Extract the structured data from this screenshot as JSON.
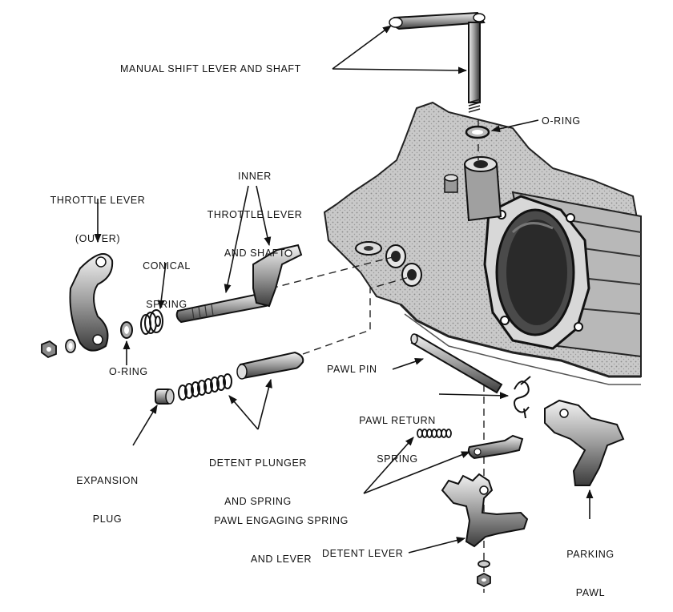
{
  "labels": {
    "manual_shift": "MANUAL SHIFT LEVER AND SHAFT",
    "o_ring_top": "O-RING",
    "inner_throttle_1": "INNER",
    "inner_throttle_2": "THROTTLE LEVER",
    "inner_throttle_3": "AND SHAFT",
    "throttle_outer_1": "THROTTLE LEVER",
    "throttle_outer_2": "(OUTER)",
    "conical_1": "CONICAL",
    "conical_2": "SPRING",
    "o_ring_left": "O-RING",
    "pawl_pin": "PAWL PIN",
    "pawl_return_1": "PAWL RETURN",
    "pawl_return_2": "SPRING",
    "expansion_1": "EXPANSION",
    "expansion_2": "PLUG",
    "detent_plunger_1": "DETENT PLUNGER",
    "detent_plunger_2": "AND SPRING",
    "pawl_engaging_1": "PAWL ENGAGING SPRING",
    "pawl_engaging_2": "AND LEVER",
    "detent_lever": "DETENT LEVER",
    "parking_pawl_1": "PARKING",
    "parking_pawl_2": "PAWL"
  }
}
